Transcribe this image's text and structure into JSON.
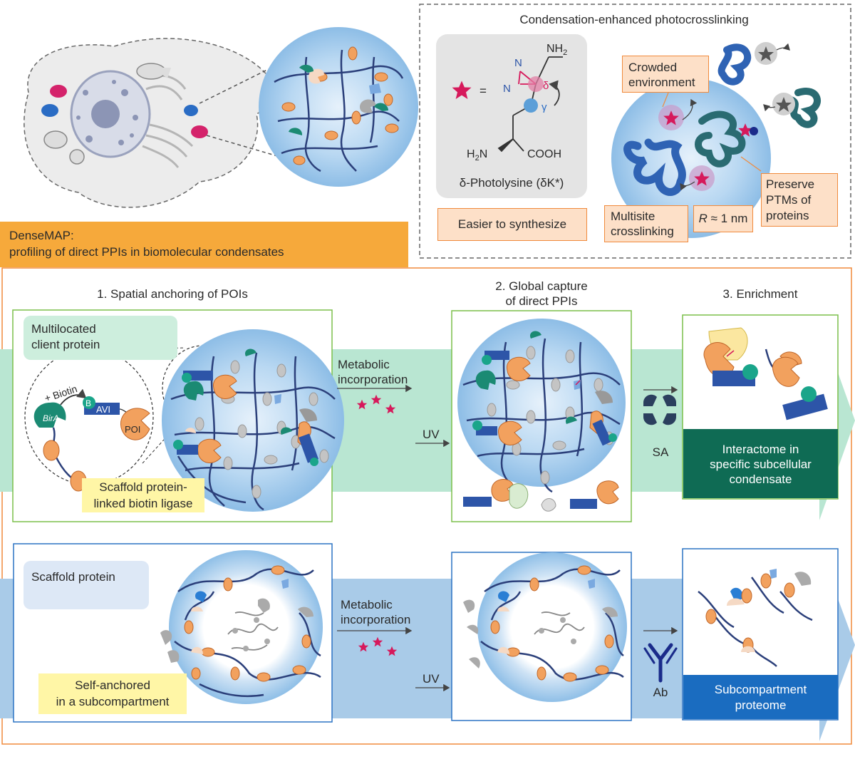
{
  "colors": {
    "orange_accent": "#f6a93b",
    "orange_border": "#f08a3c",
    "green_panel_border": "#7bbf4a",
    "blue_panel_border": "#2c73c4",
    "green_arrow": "#b9e6d2",
    "blue_arrow": "#a9cbe8",
    "banner_dark": "#0f6b54",
    "banner_blue": "#1a6cc0",
    "star": "#d6195b",
    "avi_blue": "#2d55a8",
    "condensate_blue": "#9cc6ea"
  },
  "top_right": {
    "title": "Condensation-enhanced photocrosslinking",
    "equals": "=",
    "nh2_top": "NH",
    "nh2_top_sub": "2",
    "n1": "N",
    "n2": "N",
    "delta": "δ",
    "gamma": "γ",
    "h2n": "H",
    "h2n_sub": "2",
    "h2n_n": "N",
    "cooh": "COOH",
    "molecule_name": "δ-Photolysine (δK*)",
    "easier": "Easier to synthesize",
    "crowded": "Crowded environment",
    "preserve": "Preserve PTMs of proteins",
    "multisite": "Multisite crosslinking",
    "radius_r": "R",
    "radius_rest": " ≈ 1 nm"
  },
  "densemap": {
    "title": "DenseMAP:",
    "subtitle": "profiling of direct PPIs in biomolecular condensates"
  },
  "steps": {
    "step1": "1. Spatial anchoring of POIs",
    "step2_line1": "2. Global capture",
    "step2_line2": "of direct PPIs",
    "step3": "3. Enrichment"
  },
  "row1": {
    "client_line1": "Multilocated",
    "client_line2": "client protein",
    "biotin": "+ Biotin",
    "bira": "BirA",
    "b": "B",
    "avi": "AVI",
    "poi": "POI",
    "scaffold_line1": "Scaffold protein-",
    "scaffold_line2": "linked biotin ligase",
    "metabolic_line1": "Metabolic",
    "metabolic_line2": "incorporation",
    "uv": "UV",
    "sa": "SA",
    "banner_line1": "Interactome in",
    "banner_line2": "specific subcellular",
    "banner_line3": "condensate"
  },
  "row2": {
    "scaffold_protein": "Scaffold protein",
    "self_line1": "Self-anchored",
    "self_line2": "in a subcompartment",
    "metabolic_line1": "Metabolic",
    "metabolic_line2": "incorporation",
    "uv": "UV",
    "ab": "Ab",
    "banner_line1": "Subcompartment",
    "banner_line2": "proteome"
  }
}
